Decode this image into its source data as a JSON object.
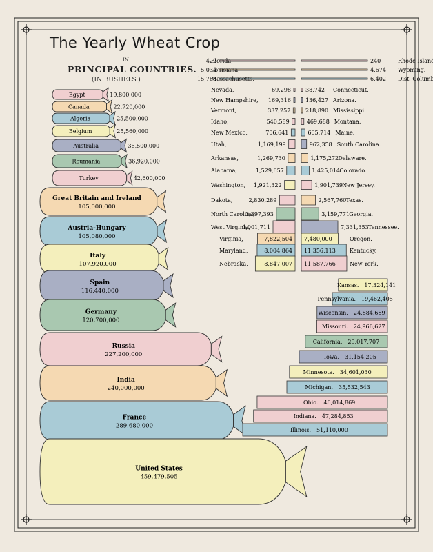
{
  "title": "The Yearly Wheat Crop",
  "subtitle_in": "IN",
  "subtitle_main": "PRINCIPAL COUNTRIES.",
  "subtitle_unit": "(IN BUSHELS.)",
  "colors": {
    "pink": "#f0cfd0",
    "orange": "#f5d9b2",
    "blue": "#a9cbd6",
    "yellow": "#f4efbc",
    "slate": "#a9afc4",
    "green": "#a9c8b0",
    "outline": "#333333",
    "background": "#efe9df"
  },
  "chart_data": [
    {
      "type": "bar",
      "categories": [
        "Egypt",
        "Canada",
        "Algeria",
        "Belgium",
        "Australia",
        "Roumania",
        "Turkey",
        "Great Britain and Ireland",
        "Austria-Hungary",
        "Italy",
        "Spain",
        "Germany",
        "Russia",
        "India",
        "France",
        "United States"
      ],
      "value_labels": [
        "19,800,000",
        "22,720,000",
        "25,500,000",
        "25,560,000",
        "36,500,000",
        "36,920,000",
        "42,600,000",
        "105,000,000",
        "105,080,000",
        "107,920,000",
        "116,440,000",
        "120,700,000",
        "227,200,000",
        "240,000,000",
        "289,680,000",
        "459,479,505"
      ],
      "values": [
        19800000,
        22720000,
        25500000,
        25560000,
        36500000,
        36920000,
        42600000,
        105000000,
        105080000,
        107920000,
        116440000,
        120700000,
        227200000,
        240000000,
        289680000,
        459479505
      ],
      "colors": [
        "pink",
        "orange",
        "blue",
        "yellow",
        "slate",
        "green",
        "pink",
        "orange",
        "blue",
        "yellow",
        "slate",
        "green",
        "pink",
        "orange",
        "blue",
        "yellow"
      ]
    },
    {
      "type": "bar",
      "left": [
        {
          "name": "Florida",
          "value": 422,
          "label": "422",
          "color": "pink"
        },
        {
          "name": "Louisiana",
          "value": 5034,
          "label": "5,034",
          "color": "orange"
        },
        {
          "name": "Massachusetts",
          "value": 15768,
          "label": "15,768",
          "color": "blue"
        },
        {
          "name": "Nevada",
          "value": 69298,
          "label": "69,298",
          "color": "pink"
        },
        {
          "name": "New Hampshire",
          "value": 169316,
          "label": "169,316",
          "color": "slate"
        },
        {
          "name": "Vermont",
          "value": 337257,
          "label": "337,257",
          "color": "orange"
        },
        {
          "name": "Idaho",
          "value": 540589,
          "label": "540,589",
          "color": "pink"
        },
        {
          "name": "New Mexico",
          "value": 706641,
          "label": "706,641",
          "color": "blue"
        },
        {
          "name": "Utah",
          "value": 1169199,
          "label": "1,169,199",
          "color": "pink"
        },
        {
          "name": "Arkansas",
          "value": 1269730,
          "label": "1,269,730",
          "color": "orange"
        },
        {
          "name": "Alabama",
          "value": 1529657,
          "label": "1,529,657",
          "color": "blue"
        },
        {
          "name": "Washington",
          "value": 1921322,
          "label": "1,921,322",
          "color": "yellow"
        },
        {
          "name": "Dakota",
          "value": 2830289,
          "label": "2,830,289",
          "color": "pink"
        },
        {
          "name": "North Carolina",
          "value": 3397393,
          "label": "3,397,393",
          "color": "green"
        },
        {
          "name": "West Virginia",
          "value": 4001711,
          "label": "4,001,711",
          "color": "pink"
        },
        {
          "name": "Virginia",
          "value": 7822504,
          "label": "7,822,504",
          "color": "orange"
        },
        {
          "name": "Maryland",
          "value": 8004864,
          "label": "8,004,864",
          "color": "blue"
        },
        {
          "name": "Nebraska",
          "value": 8847007,
          "label": "8,847,007",
          "color": "yellow"
        }
      ],
      "right": [
        {
          "name": "Rhode Island",
          "value": 240,
          "label": "240",
          "color": "pink"
        },
        {
          "name": "Wyoming",
          "value": 4674,
          "label": "4,674",
          "color": "orange"
        },
        {
          "name": "Dist. Columbia",
          "value": 6402,
          "label": "6,402",
          "color": "blue"
        },
        {
          "name": "Connecticut",
          "value": 38742,
          "label": "38,742",
          "color": "pink"
        },
        {
          "name": "Arizona",
          "value": 136427,
          "label": "136,427",
          "color": "slate"
        },
        {
          "name": "Mississippi",
          "value": 218890,
          "label": "218,890",
          "color": "orange"
        },
        {
          "name": "Montana",
          "value": 469688,
          "label": "469,688",
          "color": "pink"
        },
        {
          "name": "Maine",
          "value": 665714,
          "label": "665,714",
          "color": "blue"
        },
        {
          "name": "South Carolina",
          "value": 962358,
          "label": "962,358",
          "color": "slate"
        },
        {
          "name": "Delaware",
          "value": 1175272,
          "label": "1,175,272",
          "color": "orange"
        },
        {
          "name": "Colorado",
          "value": 1425014,
          "label": "1,425,014",
          "color": "blue"
        },
        {
          "name": "New Jersey",
          "value": 1901739,
          "label": "1,901,739",
          "color": "pink"
        },
        {
          "name": "Texas",
          "value": 2567760,
          "label": "2,567,760",
          "color": "orange"
        },
        {
          "name": "Georgia",
          "value": 3159771,
          "label": "3,159,771",
          "color": "green"
        },
        {
          "name": "Tennessee",
          "value": 7331353,
          "label": "7,331,353",
          "color": "slate"
        },
        {
          "name": "Oregon",
          "value": 7480000,
          "label": "7,480,000",
          "color": "yellow"
        },
        {
          "name": "Kentucky",
          "value": 11356113,
          "label": "11,356,113",
          "color": "blue"
        },
        {
          "name": "New York",
          "value": 11587766,
          "label": "11,587,766",
          "color": "pink"
        }
      ],
      "large": [
        {
          "name": "Kansas",
          "value": 17324141,
          "label": "17,324,141",
          "color": "yellow"
        },
        {
          "name": "Pennsylvania",
          "value": 19462405,
          "label": "19,462,405",
          "color": "blue"
        },
        {
          "name": "Wisconsin",
          "value": 24884689,
          "label": "24,884,689",
          "color": "slate"
        },
        {
          "name": "Missouri",
          "value": 24966627,
          "label": "24,966,627",
          "color": "pink"
        },
        {
          "name": "California",
          "value": 29017707,
          "label": "29,017,707",
          "color": "green"
        },
        {
          "name": "Iowa",
          "value": 31154205,
          "label": "31,154,205",
          "color": "slate"
        },
        {
          "name": "Minnesota",
          "value": 34601030,
          "label": "34,601,030",
          "color": "yellow"
        },
        {
          "name": "Michigan",
          "value": 35532543,
          "label": "35,532,543",
          "color": "blue"
        },
        {
          "name": "Ohio",
          "value": 46014869,
          "label": "46,014,869",
          "color": "pink"
        },
        {
          "name": "Indiana",
          "value": 47284853,
          "label": "47,284,853",
          "color": "pink"
        },
        {
          "name": "Illinois",
          "value": 51110000,
          "label": "51,110,000",
          "color": "blue"
        }
      ]
    }
  ]
}
